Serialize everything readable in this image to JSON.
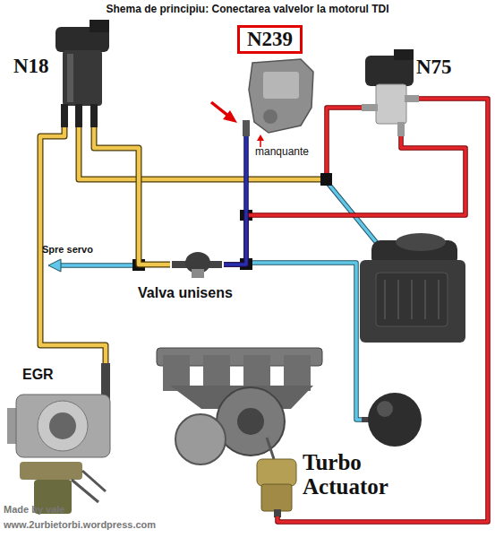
{
  "diagram": {
    "title": "Shema de principiu: Conectarea valvelor la motorul TDI",
    "nodes": [
      {
        "text": [
          "N18"
        ]
      },
      {
        "text": [
          "N239"
        ]
      },
      {
        "text": [
          "N75"
        ]
      },
      {
        "text": [
          "Valva unisens"
        ]
      },
      {
        "text": [
          "EGR"
        ]
      },
      {
        "text": [
          "Turbo Actuator"
        ]
      }
    ],
    "edges": [
      {
        "from": 3,
        "to": 0,
        "arrow": "none"
      },
      {
        "from": 0,
        "to": 4,
        "arrow": "none"
      },
      {
        "from": 3,
        "to": 1,
        "arrow": "none"
      },
      {
        "from": 3,
        "to": 2,
        "arrow": "none"
      },
      {
        "from": 2,
        "to": 5,
        "arrow": "none"
      }
    ],
    "labels": [
      "manquante",
      "Spre servo",
      "Made by vale",
      "www.2urbietorbi.wordpress.com"
    ]
  }
}
